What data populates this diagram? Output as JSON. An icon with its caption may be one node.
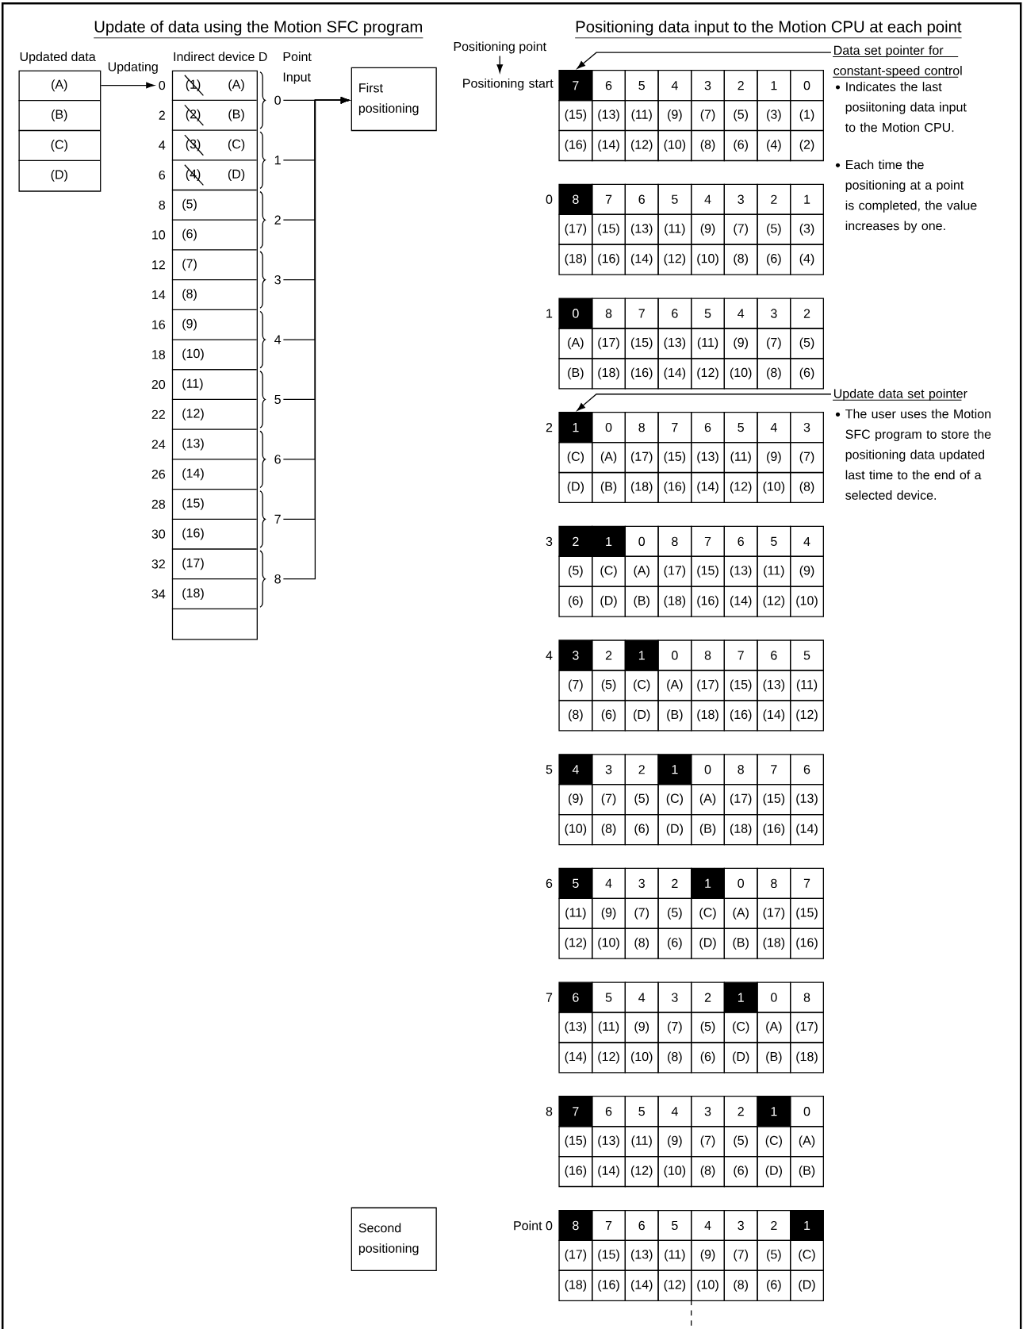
{
  "diagram": {
    "title": "Update of data using the Motion SFC program",
    "nodes": [
      {
        "text": [
          "Updated data",
          "(A)",
          "(B)",
          "(C)",
          "(D)"
        ]
      },
      {
        "text": [
          "Indirect device D"
        ]
      },
      {
        "text": [
          "0"
        ]
      },
      {
        "text": [
          "1"
        ]
      },
      {
        "text": [
          "2"
        ]
      },
      {
        "text": [
          "3"
        ]
      },
      {
        "text": [
          "4"
        ]
      },
      {
        "text": [
          "5"
        ]
      },
      {
        "text": [
          "6"
        ]
      },
      {
        "text": [
          "7"
        ]
      },
      {
        "text": [
          "8"
        ]
      },
      {
        "text": [
          "First positioning"
        ]
      },
      {
        "text": [
          "Second positioning"
        ]
      },
      {
        "text": [
          "Data set pointer for constant-speed control"
        ],
        "beside": [
          "Indicates the last posiitoning data input to the Motion CPU.",
          "Each time the positioning at a point is completed, the value increases by one."
        ]
      },
      {
        "text": [
          "Update data set pointer"
        ],
        "beside": [
          "The user uses the Motion SFC program to store the positioning data updated last time to the end of a selected device."
        ]
      },
      {
        "text": [
          "0"
        ]
      },
      {
        "text": [
          "7"
        ]
      },
      {
        "text": [
          "1"
        ]
      }
    ],
    "edges": [
      {
        "from": 0,
        "to": 15,
        "arrow": "to",
        "label": "Updating"
      },
      {
        "from": 2,
        "to": 11,
        "arrow": "to"
      },
      {
        "from": 3,
        "to": 11,
        "arrow": "to"
      },
      {
        "from": 4,
        "to": 11,
        "arrow": "to"
      },
      {
        "from": 5,
        "to": 11,
        "arrow": "to"
      },
      {
        "from": 6,
        "to": 11,
        "arrow": "to"
      },
      {
        "from": 7,
        "to": 11,
        "arrow": "to"
      },
      {
        "from": 8,
        "to": 11,
        "arrow": "to"
      },
      {
        "from": 9,
        "to": 11,
        "arrow": "to"
      },
      {
        "from": 10,
        "to": 11,
        "arrow": "to"
      },
      {
        "from": 13,
        "to": 16,
        "arrow": "to"
      },
      {
        "from": 14,
        "to": 17,
        "arrow": "to"
      }
    ],
    "labels": [
      "Positioning data input to the Motion CPU at each point",
      "Point",
      "Input",
      "(1)",
      "(A)",
      "2",
      "(2)",
      "(B)",
      "4",
      "(3)",
      "(C)",
      "6",
      "(4)",
      "(D)",
      "8",
      "(5)",
      "10",
      "(6)",
      "12",
      "(7)",
      "14",
      "(8)",
      "16",
      "(9)",
      "18",
      "(10)",
      "20",
      "(11)",
      "22",
      "(12)",
      "24",
      "(13)",
      "26",
      "(14)",
      "28",
      "(15)",
      "30",
      "(16)",
      "32",
      "(17)",
      "34",
      "(18)",
      "Positioning point",
      "Positioning start",
      "6",
      "5",
      "4",
      "3",
      "2",
      "1",
      "0",
      "(15)",
      "(13)",
      "(11)",
      "(9)",
      "(7)",
      "(5)",
      "(3)",
      "(1)",
      "(16)",
      "(14)",
      "(12)",
      "(10)",
      "(8)",
      "(6)",
      "(4)",
      "(2)",
      "0",
      "8",
      "7",
      "6",
      "5",
      "4",
      "3",
      "2",
      "1",
      "(17)",
      "(15)",
      "(13)",
      "(11)",
      "(9)",
      "(7)",
      "(5)",
      "(3)",
      "(18)",
      "(16)",
      "(14)",
      "(12)",
      "(10)",
      "(8)",
      "(6)",
      "(4)",
      "1",
      "0",
      "8",
      "7",
      "6",
      "5",
      "4",
      "3",
      "2",
      "(A)",
      "(17)",
      "(15)",
      "(13)",
      "(11)",
      "(9)",
      "(7)",
      "(5)",
      "(B)",
      "(18)",
      "(16)",
      "(14)",
      "(12)",
      "(10)",
      "(8)",
      "(6)",
      "2",
      "0",
      "8",
      "7",
      "6",
      "5",
      "4",
      "3",
      "(C)",
      "(A)",
      "(17)",
      "(15)",
      "(13)",
      "(11)",
      "(9)",
      "(7)",
      "(D)",
      "(B)",
      "(18)",
      "(16)",
      "(14)",
      "(12)",
      "(10)",
      "(8)",
      "3",
      "2",
      "1",
      "0",
      "8",
      "7",
      "6",
      "5",
      "4",
      "(5)",
      "(C)",
      "(A)",
      "(17)",
      "(15)",
      "(13)",
      "(11)",
      "(9)",
      "(6)",
      "(D)",
      "(B)",
      "(18)",
      "(16)",
      "(14)",
      "(12)",
      "(10)",
      "4",
      "3",
      "2",
      "1",
      "0",
      "8",
      "7",
      "6",
      "5",
      "(7)",
      "(5)",
      "(C)",
      "(A)",
      "(17)",
      "(15)",
      "(13)",
      "(11)",
      "(8)",
      "(6)",
      "(D)",
      "(B)",
      "(18)",
      "(16)",
      "(14)",
      "(12)",
      "5",
      "4",
      "3",
      "2",
      "1",
      "0",
      "8",
      "7",
      "6",
      "(9)",
      "(7)",
      "(5)",
      "(C)",
      "(A)",
      "(17)",
      "(15)",
      "(13)",
      "(10)",
      "(8)",
      "(6)",
      "(D)",
      "(B)",
      "(18)",
      "(16)",
      "(14)",
      "6",
      "5",
      "4",
      "3",
      "2",
      "1",
      "0",
      "8",
      "7",
      "(11)",
      "(9)",
      "(7)",
      "(5)",
      "(C)",
      "(A)",
      "(17)",
      "(15)",
      "(12)",
      "(10)",
      "(8)",
      "(6)",
      "(D)",
      "(B)",
      "(18)",
      "(16)",
      "7",
      "6",
      "5",
      "4",
      "3",
      "2",
      "1",
      "0",
      "8",
      "(13)",
      "(11)",
      "(9)",
      "(7)",
      "(5)",
      "(C)",
      "(A)",
      "(17)",
      "(14)",
      "(12)",
      "(10)",
      "(8)",
      "(6)",
      "(D)",
      "(B)",
      "(18)",
      "8",
      "7",
      "6",
      "5",
      "4",
      "3",
      "2",
      "1",
      "0",
      "(15)",
      "(13)",
      "(11)",
      "(9)",
      "(7)",
      "(5)",
      "(C)",
      "(A)",
      "(16)",
      "(14)",
      "(12)",
      "(10)",
      "(8)",
      "(6)",
      "(D)",
      "(B)",
      "Point 0",
      "8",
      "7",
      "6",
      "5",
      "4",
      "3",
      "2",
      "1",
      "(17)",
      "(15)",
      "(13)",
      "(11)",
      "(9)",
      "(7)",
      "(5)",
      "(C)",
      "(18)",
      "(16)",
      "(14)",
      "(12)",
      "(10)",
      "(8)",
      "(6)",
      "(D)"
    ]
  }
}
